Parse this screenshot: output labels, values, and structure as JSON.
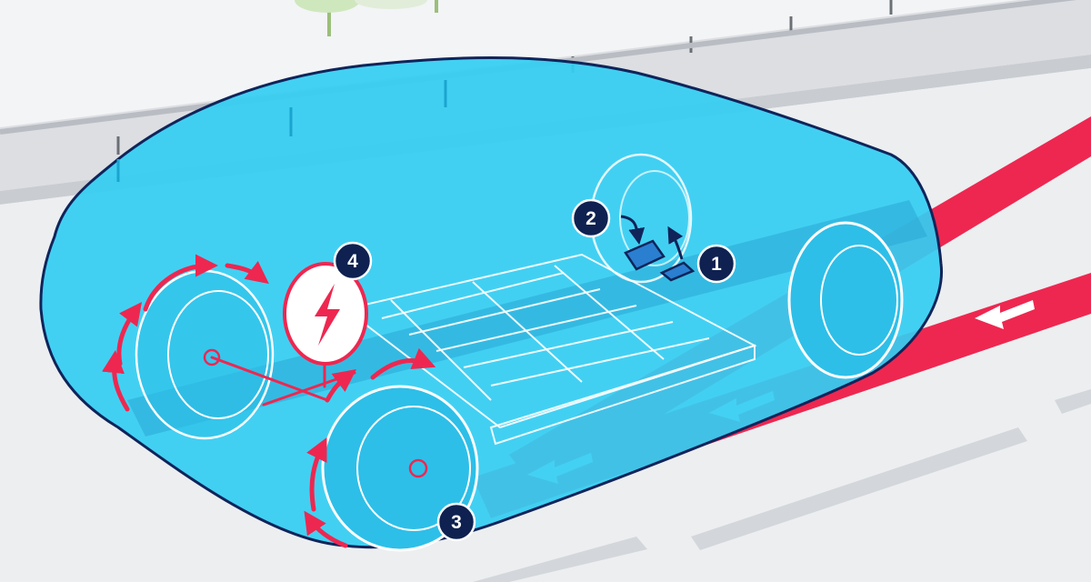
{
  "diagram": {
    "callouts": [
      {
        "id": "1",
        "label": "1"
      },
      {
        "id": "2",
        "label": "2"
      },
      {
        "id": "3",
        "label": "3"
      },
      {
        "id": "4",
        "label": "4"
      }
    ],
    "icons": {
      "energy": "lightning-bolt-icon",
      "direction": "arrow-left-icon"
    },
    "colors": {
      "background": "#f3f4f6",
      "road": "#d9dbdf",
      "car_body": "#35cdf2",
      "car_outline": "#10245a",
      "energy_flow": "#ee2750",
      "badge": "#0e2150",
      "badge_text": "#ffffff",
      "battery_lines": "#ffffff"
    }
  }
}
